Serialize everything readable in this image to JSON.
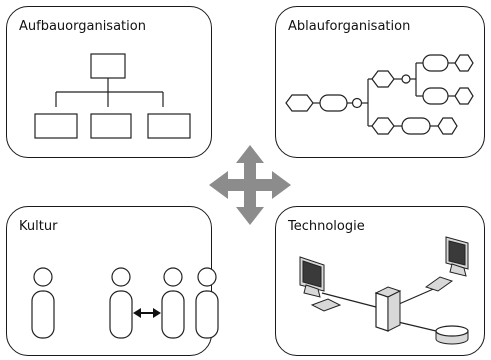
{
  "panels": {
    "aufbau": {
      "title": "Aufbauorganisation",
      "illustration": "org-chart"
    },
    "ablauf": {
      "title": "Ablauforganisation",
      "illustration": "process-flow"
    },
    "kultur": {
      "title": "Kultur",
      "illustration": "people-interaction"
    },
    "technologie": {
      "title": "Technologie",
      "illustration": "computer-network"
    }
  },
  "center": {
    "icon": "four-way-arrows-icon",
    "color": "#8c8c8c"
  },
  "colors": {
    "border": "#1a1a1a",
    "text": "#111111",
    "screen": "#3a3a3a"
  }
}
